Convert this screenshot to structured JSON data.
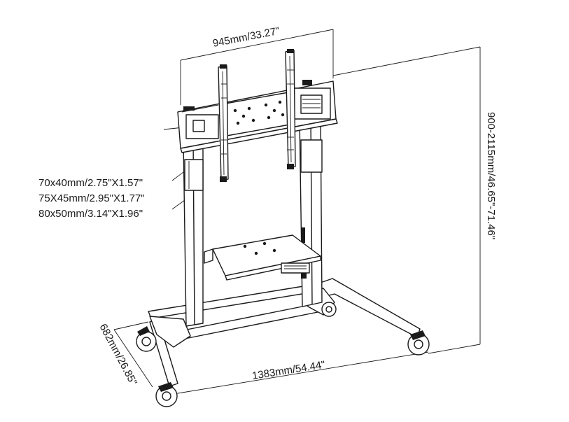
{
  "dimensions": {
    "width": "945mm/33.27\"",
    "height": "900-2115mm/46.65\"-71.46\"",
    "depth": "682mm/26.85\"",
    "base_width": "1383mm/54.44\""
  },
  "column_sizes": [
    "70x40mm/2.75\"X1.57\"",
    "75X45mm/2.95\"X1.77\"",
    "80x50mm/3.14\"X1.96\""
  ]
}
